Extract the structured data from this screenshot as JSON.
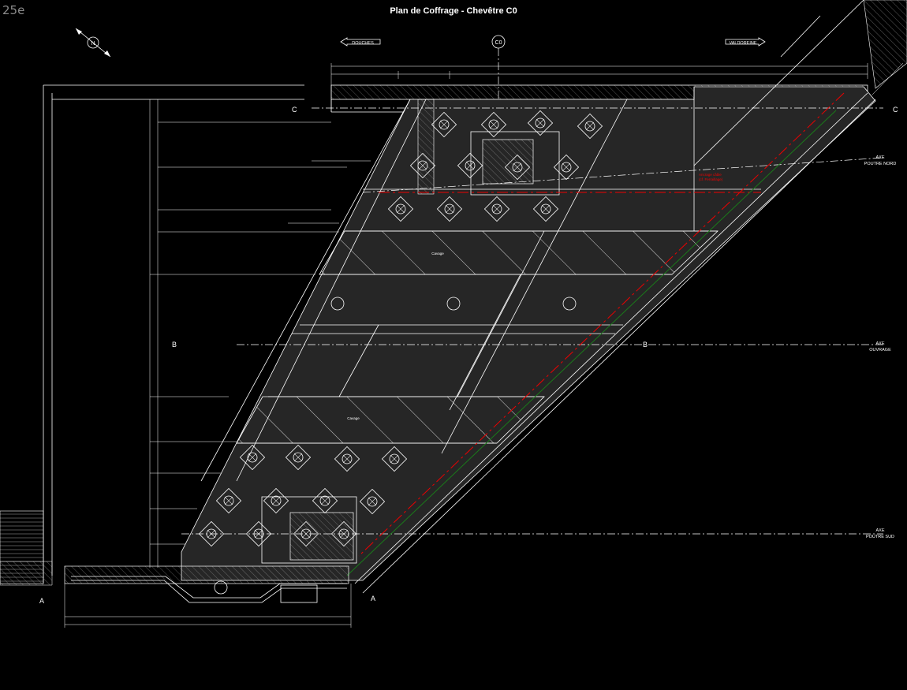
{
  "page": {
    "number": "25e"
  },
  "drawing": {
    "title": "Plan de Coffrage - Chevêtre C0",
    "pier_label": "C0",
    "arrow_left": "DOUCHES",
    "arrow_right": "VALDOREINE",
    "axes": {
      "north": {
        "line1": "AXE",
        "line2": "POUTRE NORD"
      },
      "structure": {
        "line1": "AXE",
        "line2": "OUVRAGE"
      },
      "south": {
        "line1": "AXE",
        "line2": "POUTRE SUD"
      }
    },
    "sections": {
      "c_left": "C",
      "c_right": "C",
      "b_left": "B",
      "b_right": "B",
      "a_left": "A",
      "a_right": "A"
    },
    "zone_label_top": "Cavage",
    "zone_label_bottom": "Cavage",
    "red_note": {
      "line1": "Ancrage câble",
      "line2": "(cf. Ferraillage)"
    },
    "north_arrow": "N",
    "colors": {
      "background": "#000000",
      "lines": "#ffffff",
      "slab": "#262626",
      "red_axis": "#e00000",
      "green_edge": "#1a7a1a"
    }
  }
}
